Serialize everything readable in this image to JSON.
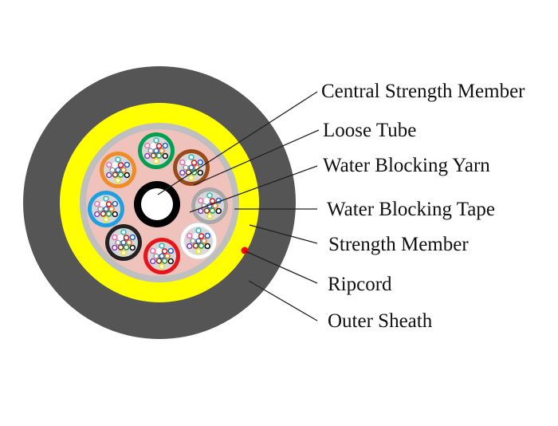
{
  "labels": {
    "central_strength_member": "Central Strength Member",
    "loose_tube": "Loose Tube",
    "water_blocking_yarn": "Water Blocking Yarn",
    "water_blocking_tape": "Water Blocking Tape",
    "strength_member": "Strength Member",
    "ripcord": "Ripcord",
    "outer_sheath": "Outer Sheath"
  },
  "colors": {
    "outer_sheath": "#555555",
    "strength_member": "#ffff00",
    "water_blocking_tape": "#bfbfbf",
    "water_blocking_yarn": "#f0c2bc",
    "central_member_ring": "#000000",
    "ripcord": "#ff0000",
    "leader_line": "#222222"
  },
  "loose_tube_colors": [
    "#00a050",
    "#9b4a1a",
    "#a8a8a8",
    "#ffffff",
    "#e8141c",
    "#222222",
    "#1ea0e0",
    "#f08c28"
  ],
  "fiber_colors": [
    "#1e64dc",
    "#f07c1c",
    "#28a050",
    "#8b4513",
    "#9a9a9a",
    "#ffffff",
    "#e02020",
    "#111111",
    "#f0e020",
    "#8a40c0",
    "#f070b0",
    "#30c0c0"
  ]
}
